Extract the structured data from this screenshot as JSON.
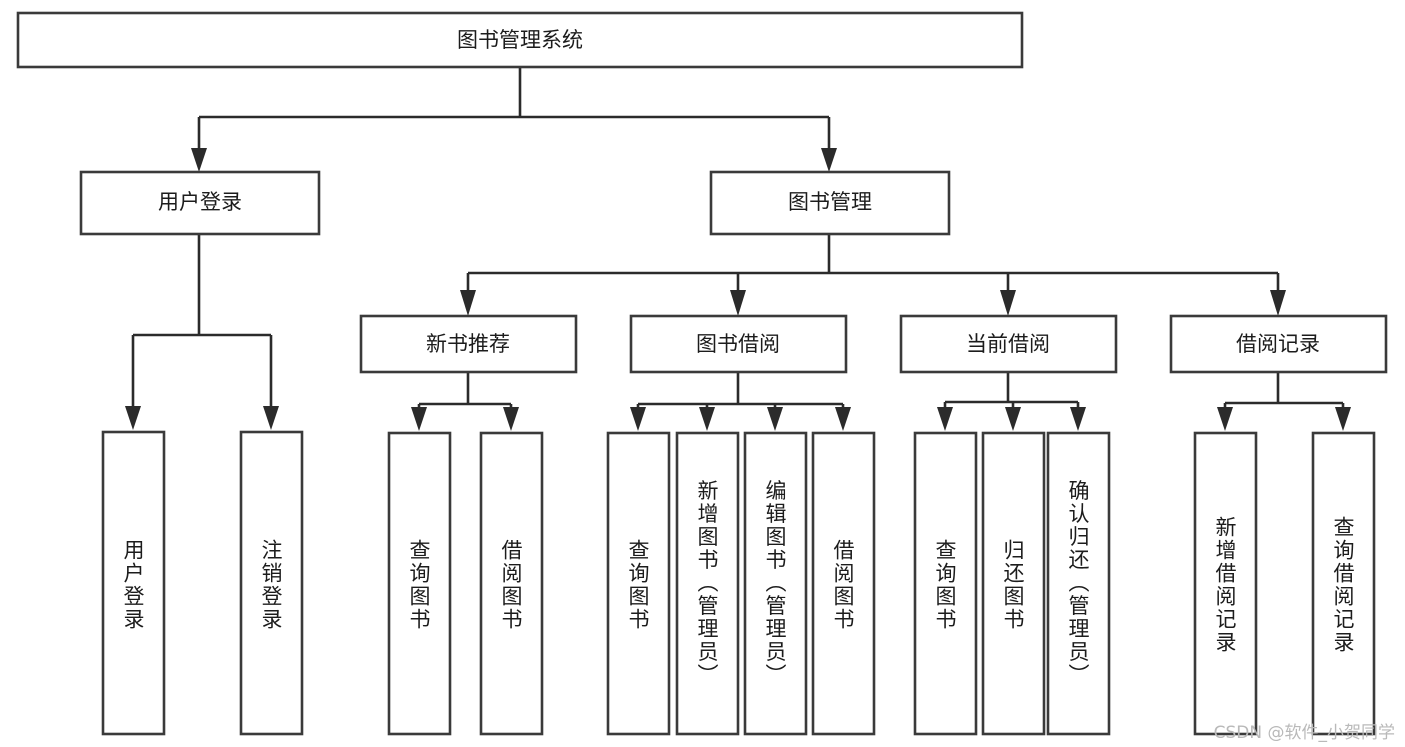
{
  "diagram": {
    "type": "tree-hierarchy-flowchart",
    "title": "图书管理系统",
    "background_color": "#ffffff",
    "box_stroke_color": "#3a3a3a",
    "connector_color": "#2b2b2b",
    "text_color": "#1c1c1c",
    "levels": [
      {
        "level": 1,
        "nodes": [
          {
            "id": "root",
            "label": "图书管理系统",
            "orientation": "horizontal"
          }
        ]
      },
      {
        "level": 2,
        "nodes": [
          {
            "id": "login",
            "label": "用户登录",
            "orientation": "horizontal",
            "parent": "root"
          },
          {
            "id": "bookmgmt",
            "label": "图书管理",
            "orientation": "horizontal",
            "parent": "root"
          }
        ]
      },
      {
        "level": 3,
        "nodes": [
          {
            "id": "newbook",
            "label": "新书推荐",
            "orientation": "horizontal",
            "parent": "bookmgmt"
          },
          {
            "id": "borrow",
            "label": "图书借阅",
            "orientation": "horizontal",
            "parent": "bookmgmt"
          },
          {
            "id": "current",
            "label": "当前借阅",
            "orientation": "horizontal",
            "parent": "bookmgmt"
          },
          {
            "id": "records",
            "label": "借阅记录",
            "orientation": "horizontal",
            "parent": "bookmgmt"
          }
        ]
      },
      {
        "level": 4,
        "nodes": [
          {
            "id": "leaf-1",
            "label": "用户登录",
            "orientation": "vertical",
            "parent": "login"
          },
          {
            "id": "leaf-2",
            "label": "注销登录",
            "orientation": "vertical",
            "parent": "login"
          },
          {
            "id": "leaf-3",
            "label": "查询图书",
            "orientation": "vertical",
            "parent": "newbook"
          },
          {
            "id": "leaf-4",
            "label": "借阅图书",
            "orientation": "vertical",
            "parent": "newbook"
          },
          {
            "id": "leaf-5",
            "label": "查询图书",
            "orientation": "vertical",
            "parent": "borrow"
          },
          {
            "id": "leaf-6",
            "label": "新增图书（管理员）",
            "orientation": "vertical",
            "parent": "borrow"
          },
          {
            "id": "leaf-7",
            "label": "编辑图书（管理员）",
            "orientation": "vertical",
            "parent": "borrow"
          },
          {
            "id": "leaf-8",
            "label": "借阅图书",
            "orientation": "vertical",
            "parent": "borrow"
          },
          {
            "id": "leaf-9",
            "label": "查询图书",
            "orientation": "vertical",
            "parent": "current"
          },
          {
            "id": "leaf-10",
            "label": "归还图书",
            "orientation": "vertical",
            "parent": "current"
          },
          {
            "id": "leaf-11",
            "label": "确认归还（管理员）",
            "orientation": "vertical",
            "parent": "current"
          },
          {
            "id": "leaf-12",
            "label": "新增借阅记录",
            "orientation": "vertical",
            "parent": "records"
          },
          {
            "id": "leaf-13",
            "label": "查询借阅记录",
            "orientation": "vertical",
            "parent": "records"
          }
        ]
      }
    ]
  },
  "watermark": {
    "text": "CSDN @软件_小贺同学"
  }
}
